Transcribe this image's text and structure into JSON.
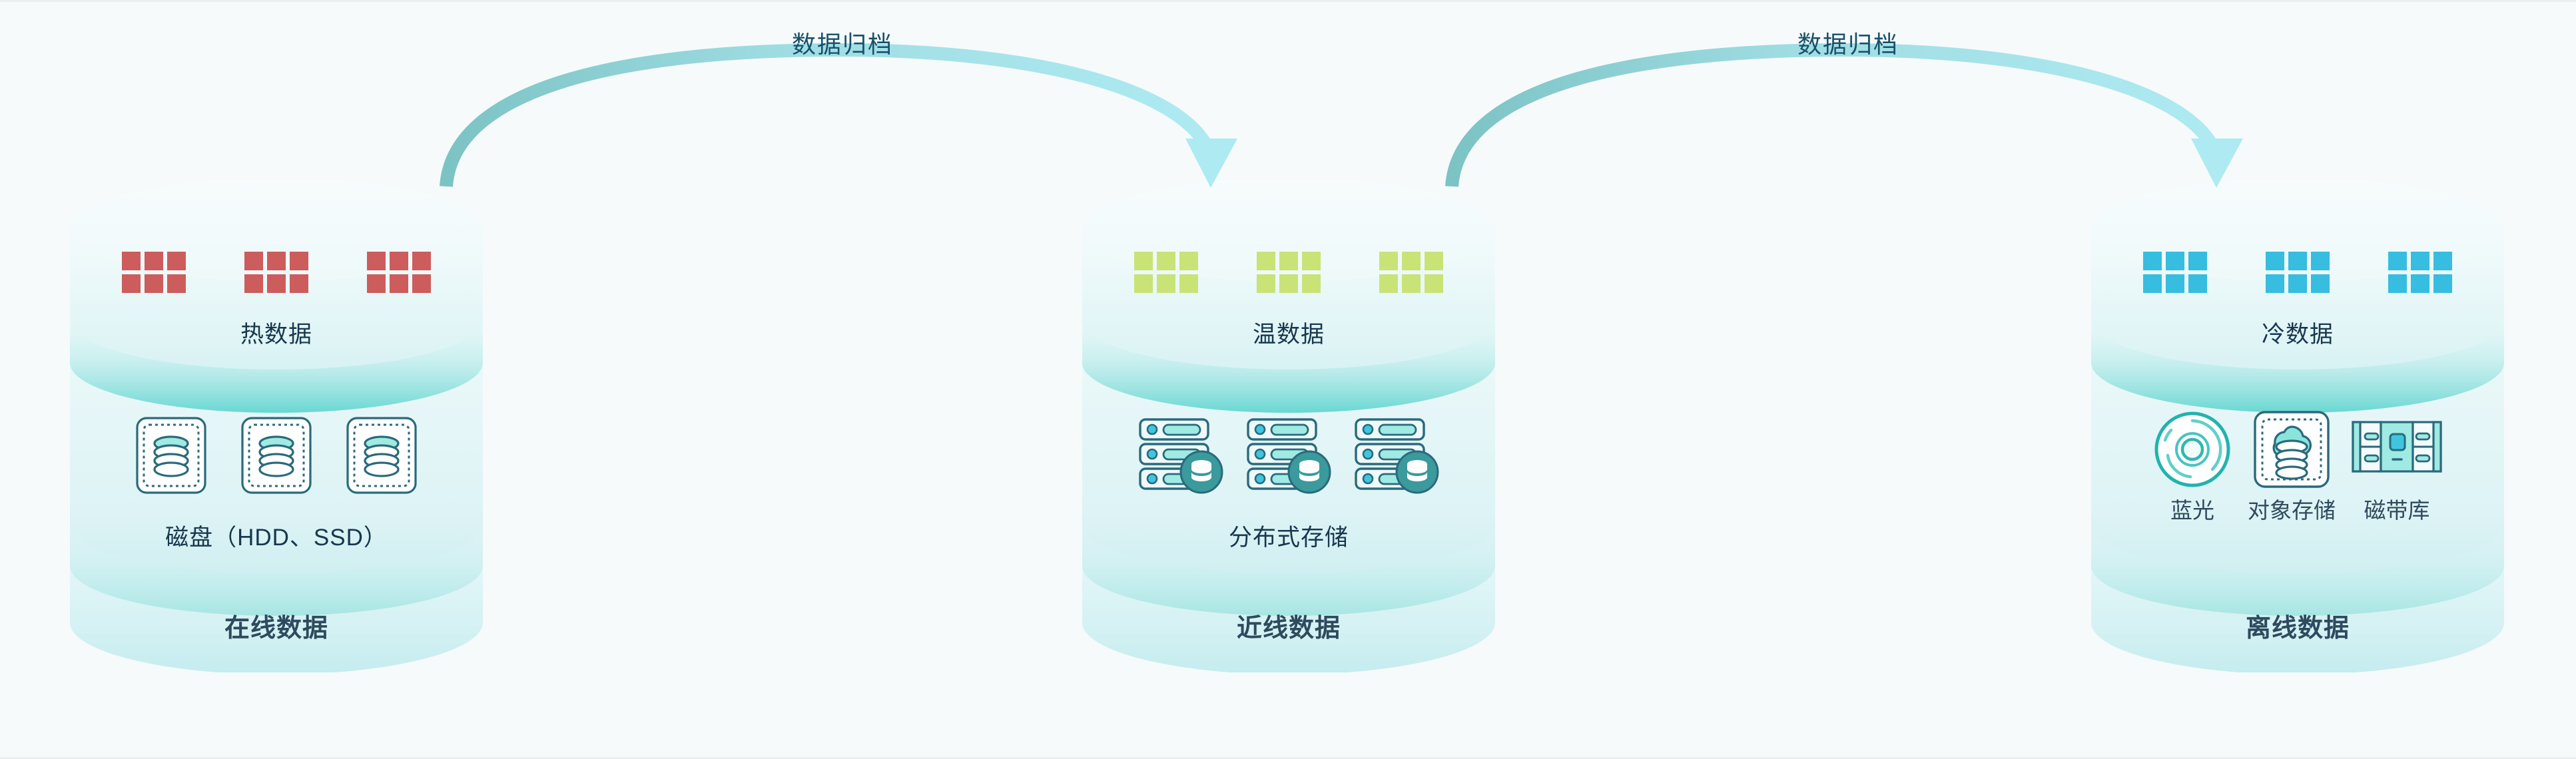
{
  "background_color": "#f6fafb",
  "diagram": {
    "title_text_color": "#17374f",
    "tiers": [
      {
        "id": "online",
        "chip_color": "#cd5c5c",
        "chip_icon": "grid-squares-icon",
        "data_label": "热数据",
        "media_label": "磁盘（HDD、SSD）",
        "tier_label": "在线数据",
        "devices": [
          {
            "icon": "disk-box-icon",
            "caption": ""
          },
          {
            "icon": "disk-box-icon",
            "caption": ""
          },
          {
            "icon": "disk-box-icon",
            "caption": ""
          }
        ]
      },
      {
        "id": "nearline",
        "chip_color": "#c9e377",
        "chip_icon": "grid-squares-icon",
        "data_label": "温数据",
        "media_label": "分布式存储",
        "tier_label": "近线数据",
        "devices": [
          {
            "icon": "server-rack-icon",
            "caption": ""
          },
          {
            "icon": "server-rack-icon",
            "caption": ""
          },
          {
            "icon": "server-rack-icon",
            "caption": ""
          }
        ]
      },
      {
        "id": "offline",
        "chip_color": "#36bde0",
        "chip_icon": "grid-squares-icon",
        "data_label": "冷数据",
        "media_label": "",
        "tier_label": "离线数据",
        "devices": [
          {
            "icon": "optical-disc-icon",
            "caption": "蓝光"
          },
          {
            "icon": "cloud-object-storage-icon",
            "caption": "对象存储"
          },
          {
            "icon": "tape-library-icon",
            "caption": "磁带库"
          }
        ]
      }
    ],
    "arrows": [
      {
        "id": "arrow-online-to-nearline",
        "label": "数据归档",
        "icon": "curved-arrow-right-icon"
      },
      {
        "id": "arrow-nearline-to-offline",
        "label": "数据归档",
        "icon": "curved-arrow-right-icon"
      }
    ]
  },
  "colors": {
    "accent_teal": "#2f8f92",
    "arrow_start": "#7cc3c4",
    "arrow_end": "#a8e8ef",
    "cylinder_light": "#f1fafb",
    "cylinder_mid": "#daf2f4",
    "cylinder_deep": "#6fd8d4",
    "icon_stroke": "#2a6a7c",
    "icon_fill_cyan": "#9feae2",
    "label_dark": "#17374f",
    "label_bold": "#2e4a5e"
  }
}
